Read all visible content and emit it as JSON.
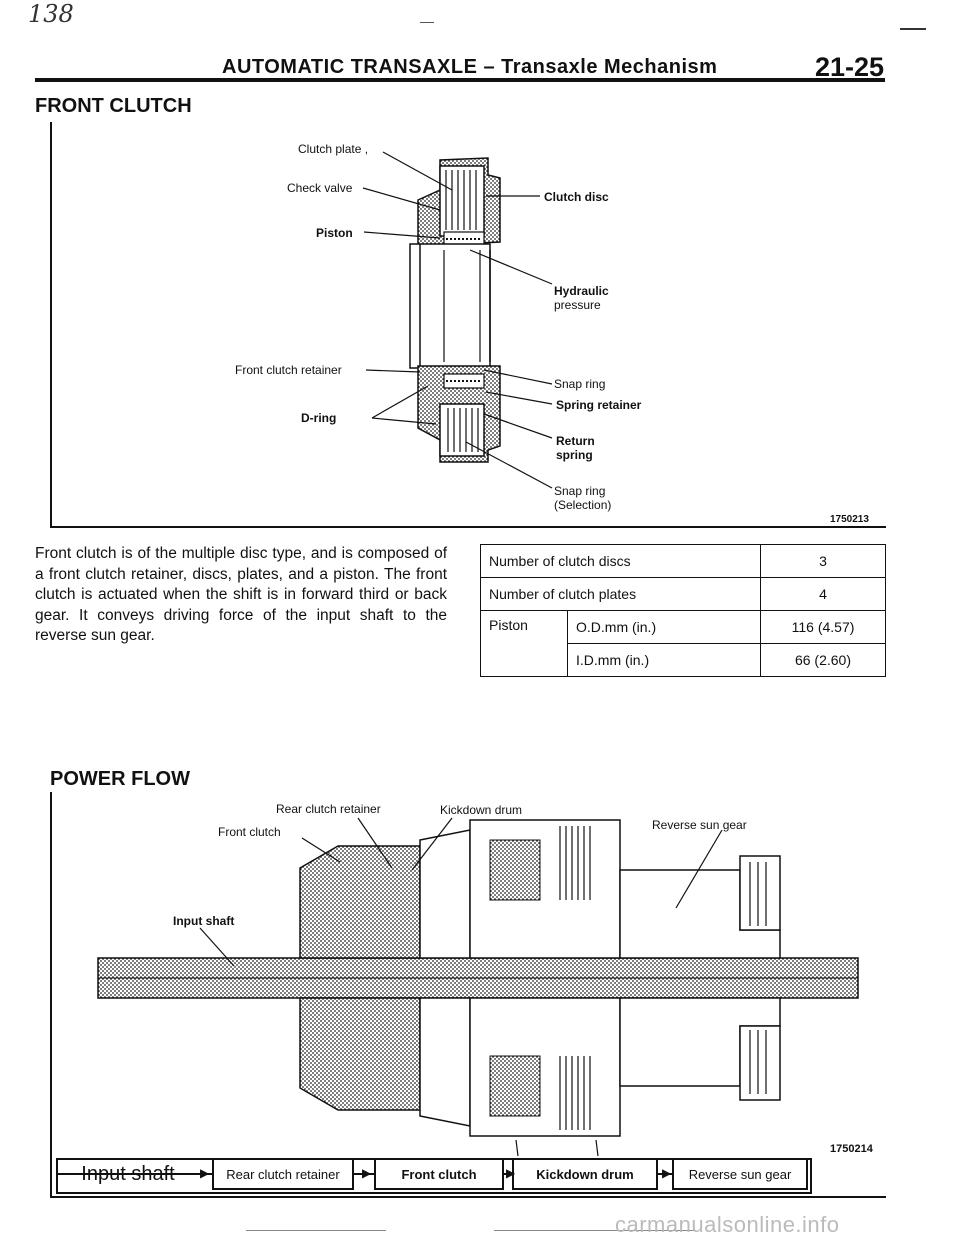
{
  "header": {
    "handwritten_page": "138",
    "title": "AUTOMATIC TRANSAXLE – Transaxle Mechanism",
    "page_number": "21-25"
  },
  "front_clutch": {
    "section_title": "FRONT CLUTCH",
    "figure": {
      "labels": {
        "clutch_plate": "Clutch plate ,",
        "check_valve": "Check valve",
        "piston": "Piston",
        "front_clutch_retainer": "Front clutch retainer",
        "d_ring": "D-ring",
        "clutch_disc": "Clutch disc",
        "hydraulic": "Hydraulic",
        "pressure": "pressure",
        "snap_ring_1": "Snap ring",
        "spring_retainer": "Spring retainer",
        "return": "Return",
        "spring": "spring",
        "snap_ring_2": "Snap ring",
        "selection": "(Selection)"
      },
      "figure_number": "1750213"
    },
    "description": "Front clutch is of the multiple disc type, and is composed of a front clutch retainer, discs, plates, and a piston. The front clutch is actuated when the shift is in forward third or back gear. It conveys driving force of the input shaft to the reverse sun gear.",
    "spec_table": {
      "rows": [
        {
          "label": "Number of clutch discs",
          "sub": "",
          "value": "3"
        },
        {
          "label": "Number of clutch plates",
          "sub": "",
          "value": "4"
        },
        {
          "label": "Piston",
          "sub": "O.D.mm (in.)",
          "value": "116 (4.57)"
        },
        {
          "label": "",
          "sub": "I.D.mm (in.)",
          "value": "66 (2.60)"
        }
      ]
    }
  },
  "power_flow": {
    "section_title": "POWER FLOW",
    "figure": {
      "labels": {
        "rear_clutch_retainer": "Rear clutch retainer",
        "kickdown_drum": "Kickdown drum",
        "front_clutch": "Front clutch",
        "reverse_sun_gear": "Reverse sun gear",
        "input_shaft": "Input shaft"
      },
      "figure_number": "1750214"
    },
    "flow": [
      "Input shaft",
      "Rear clutch retainer",
      "Front clutch",
      "Kickdown drum",
      "Reverse sun gear"
    ]
  },
  "footer": {
    "watermark": "carmanualsonline.info"
  }
}
